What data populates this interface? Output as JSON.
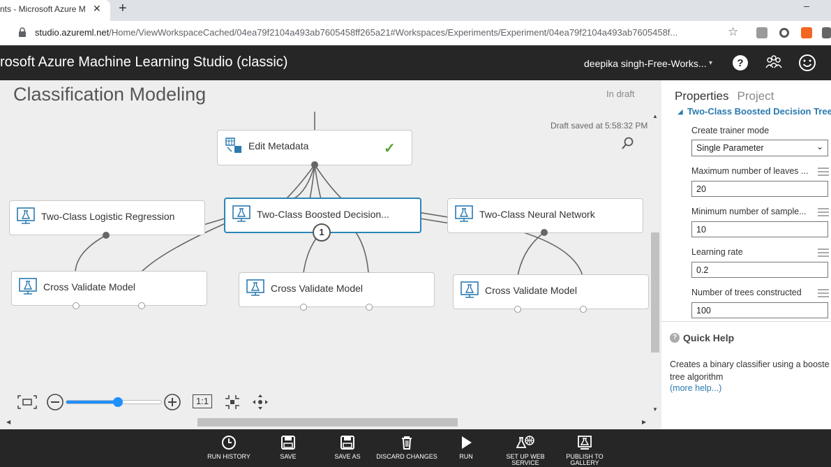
{
  "browser": {
    "tab_title": "nts - Microsoft Azure M",
    "tab_close": "✕",
    "new_tab": "+",
    "minimize": "–",
    "url_host": "studio.azureml.net",
    "url_path": "/Home/ViewWorkspaceCached/04ea79f2104a493ab7605458ff265a21#Workspaces/Experiments/Experiment/04ea79f2104a493ab7605458f...",
    "bookmark_icon": "star-icon"
  },
  "app": {
    "title": "rosoft Azure Machine Learning Studio (classic)",
    "user": "deepika singh-Free-Works...",
    "user_caret": "▾",
    "header_icons": [
      "help-icon",
      "community-icon",
      "feedback-smiley-icon"
    ]
  },
  "canvas": {
    "title": "Classification Modeling",
    "status": "In draft",
    "saved": "Draft saved at 5:58:32 PM",
    "nodes": {
      "edit_metadata": "Edit Metadata",
      "logreg": "Two-Class Logistic Regression",
      "boosted": "Two-Class Boosted Decision...",
      "neural": "Two-Class Neural Network",
      "cv1": "Cross Validate Model",
      "cv2": "Cross Validate Model",
      "cv3": "Cross Validate Model"
    },
    "boosted_badge": "1",
    "zoom_level": 0.54,
    "zoom_actual": "1:1",
    "zoom_minus": "−",
    "zoom_plus": "+"
  },
  "properties": {
    "tab_properties": "Properties",
    "tab_project": "Project",
    "module": "Two-Class Boosted Decision Tree",
    "fields": {
      "trainer_mode_label": "Create trainer mode",
      "trainer_mode_value": "Single Parameter",
      "max_leaves_label": "Maximum number of leaves ...",
      "max_leaves_value": "20",
      "min_samples_label": "Minimum number of sample...",
      "min_samples_value": "10",
      "learning_rate_label": "Learning rate",
      "learning_rate_value": "0.2",
      "num_trees_label": "Number of trees constructed",
      "num_trees_value": "100"
    },
    "quick_help": {
      "title": "Quick Help",
      "text": "Creates a binary classifier using a booste tree algorithm",
      "link": "(more help...)"
    }
  },
  "commands": {
    "run_history": "RUN HISTORY",
    "save": "SAVE",
    "save_as": "SAVE AS",
    "discard": "DISCARD CHANGES",
    "run": "RUN",
    "web_service_1": "SET UP WEB",
    "web_service_2": "SERVICE",
    "publish_1": "PUBLISH TO",
    "publish_2": "GALLERY"
  },
  "colors": {
    "header_bg": "#262626",
    "canvas_bg": "#eeeeee",
    "accent": "#2a85b8",
    "link": "#2a7ab0",
    "check": "#5ba032"
  }
}
